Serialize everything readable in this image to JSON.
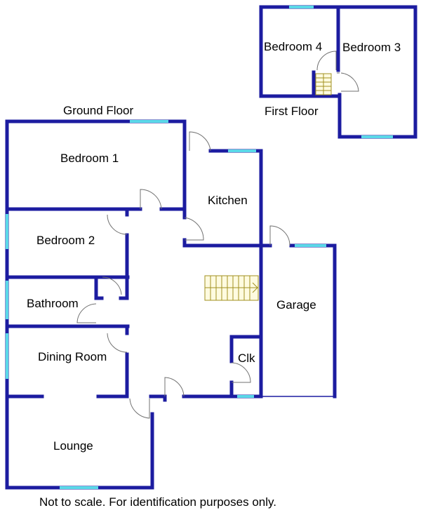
{
  "floors": {
    "ground_label": "Ground Floor",
    "first_label": "First Floor"
  },
  "rooms": {
    "bedroom1": "Bedroom 1",
    "bedroom2": "Bedroom 2",
    "bedroom3": "Bedroom 3",
    "bedroom4": "Bedroom 4",
    "kitchen": "Kitchen",
    "bathroom": "Bathroom",
    "dining": "Dining Room",
    "lounge": "Lounge",
    "garage": "Garage",
    "clk": "Clk"
  },
  "footer": "Not to scale. For identification purposes only.",
  "colors": {
    "wall": "#1c1ca0",
    "window": "#5ad8e8"
  }
}
